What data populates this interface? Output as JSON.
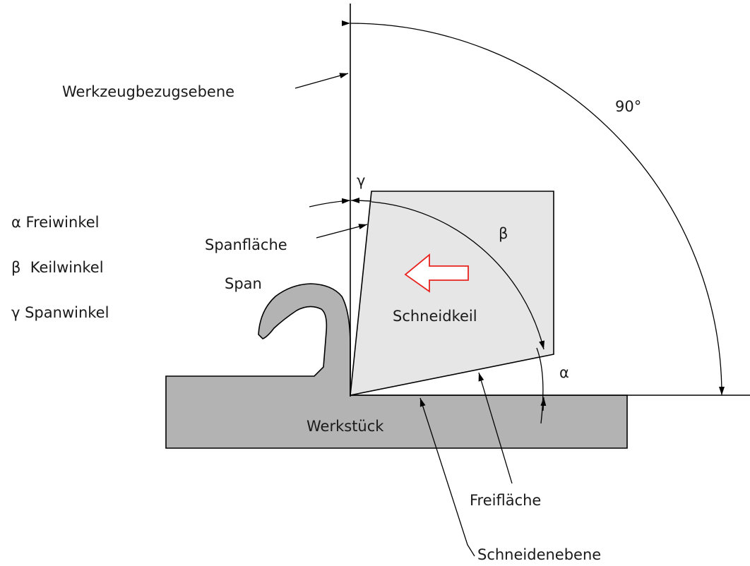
{
  "labels": {
    "reference_plane": "Werkzeugbezugsebene",
    "right_angle": "90°",
    "gamma_symbol": "γ",
    "beta_symbol": "β",
    "alpha_symbol": "α",
    "rake_face": "Spanfläche",
    "chip": "Span",
    "wedge": "Schneidkeil",
    "workpiece": "Werkstück",
    "flank_face": "Freifläche",
    "cutting_plane": "Schneidenebene"
  },
  "legend": [
    {
      "text": "α Freiwinkel"
    },
    {
      "text": "β  Keilwinkel"
    },
    {
      "text": "γ Spanwinkel"
    }
  ],
  "colors": {
    "workpiece_fill": "#b3b3b3",
    "chip_fill": "#b3b3b3",
    "wedge_fill": "#e6e6e6",
    "arrow_stroke": "#e8231f",
    "line": "#000000"
  },
  "icons": {
    "direction_arrow": "left-arrow-outline-icon"
  }
}
